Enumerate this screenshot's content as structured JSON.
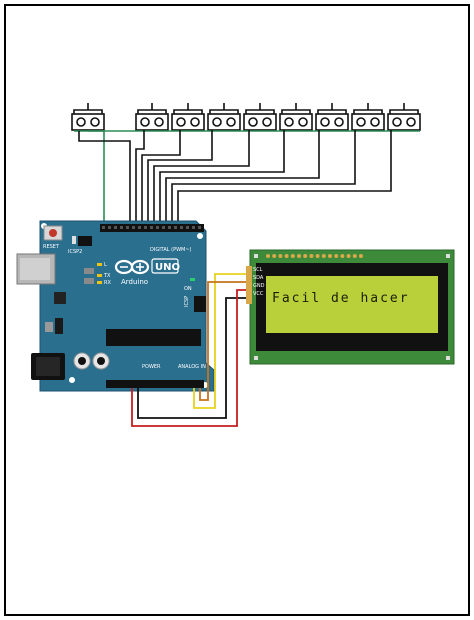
{
  "board": {
    "brand": "Arduino",
    "model": "UNO",
    "reset_label": "RESET",
    "icsp2_label": "ICSP2",
    "icsp_label": "ICSP",
    "digital_label": "DIGITAL (PWM~)",
    "power_label": "POWER",
    "analog_label": "ANALOG IN",
    "tx_label": "TX",
    "rx_label": "RX",
    "on_label": "ON",
    "l_label": "L"
  },
  "lcd": {
    "text": "Facil de hacer",
    "pins": [
      "SCL",
      "SDA",
      "GND",
      "VCC"
    ]
  },
  "colors": {
    "board": "#2b6f8f",
    "lcd_pcb": "#3d8a3a",
    "lcd_screen": "#b9d03a",
    "wire_black": "#111111",
    "wire_green": "#2e8b57",
    "wire_red": "#c41e1e",
    "wire_yellow": "#e8d21c",
    "wire_orange": "#c8731b"
  },
  "buttons": {
    "count": 9
  }
}
